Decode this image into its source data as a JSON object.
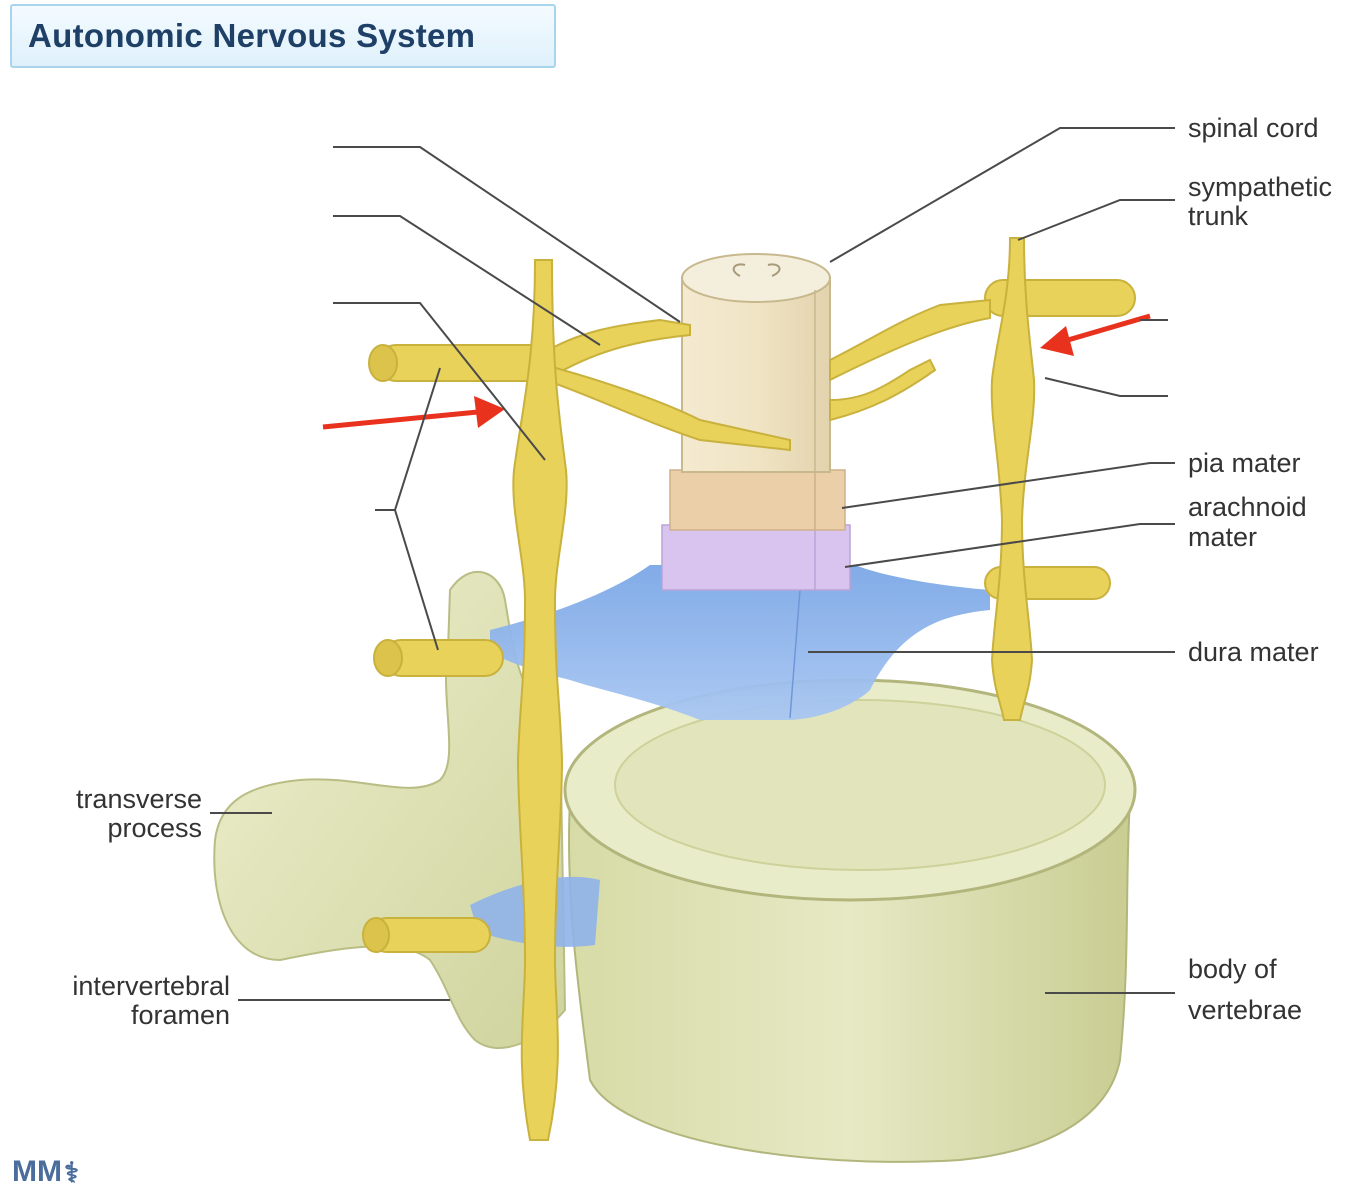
{
  "title": "Autonomic Nervous System",
  "labels": {
    "spinal_cord": "spinal cord",
    "sympathetic_trunk_1": "sympathetic",
    "sympathetic_trunk_2": "trunk",
    "pia_mater": "pia mater",
    "arachnoid_mater_1": "arachnoid",
    "arachnoid_mater_2": "mater",
    "dura_mater": "dura mater",
    "body_of_vertebrae_1": "body of",
    "body_of_vertebrae_2": "vertebrae",
    "transverse_process_1": "transverse",
    "transverse_process_2": "process",
    "intervertebral_foramen_1": "intervertebral",
    "intervertebral_foramen_2": "foramen"
  },
  "logo": {
    "text": "MM",
    "mark": "⚕"
  },
  "colors": {
    "nerve": "#e8d25a",
    "bone": "#dfe2b8",
    "cord": "#efe3c2",
    "pia": "#ebcfa8",
    "arachnoid": "#d9c3ee",
    "dura": "#8db4ec",
    "arrow": "#e8321e",
    "leader": "#4a4a4a"
  }
}
